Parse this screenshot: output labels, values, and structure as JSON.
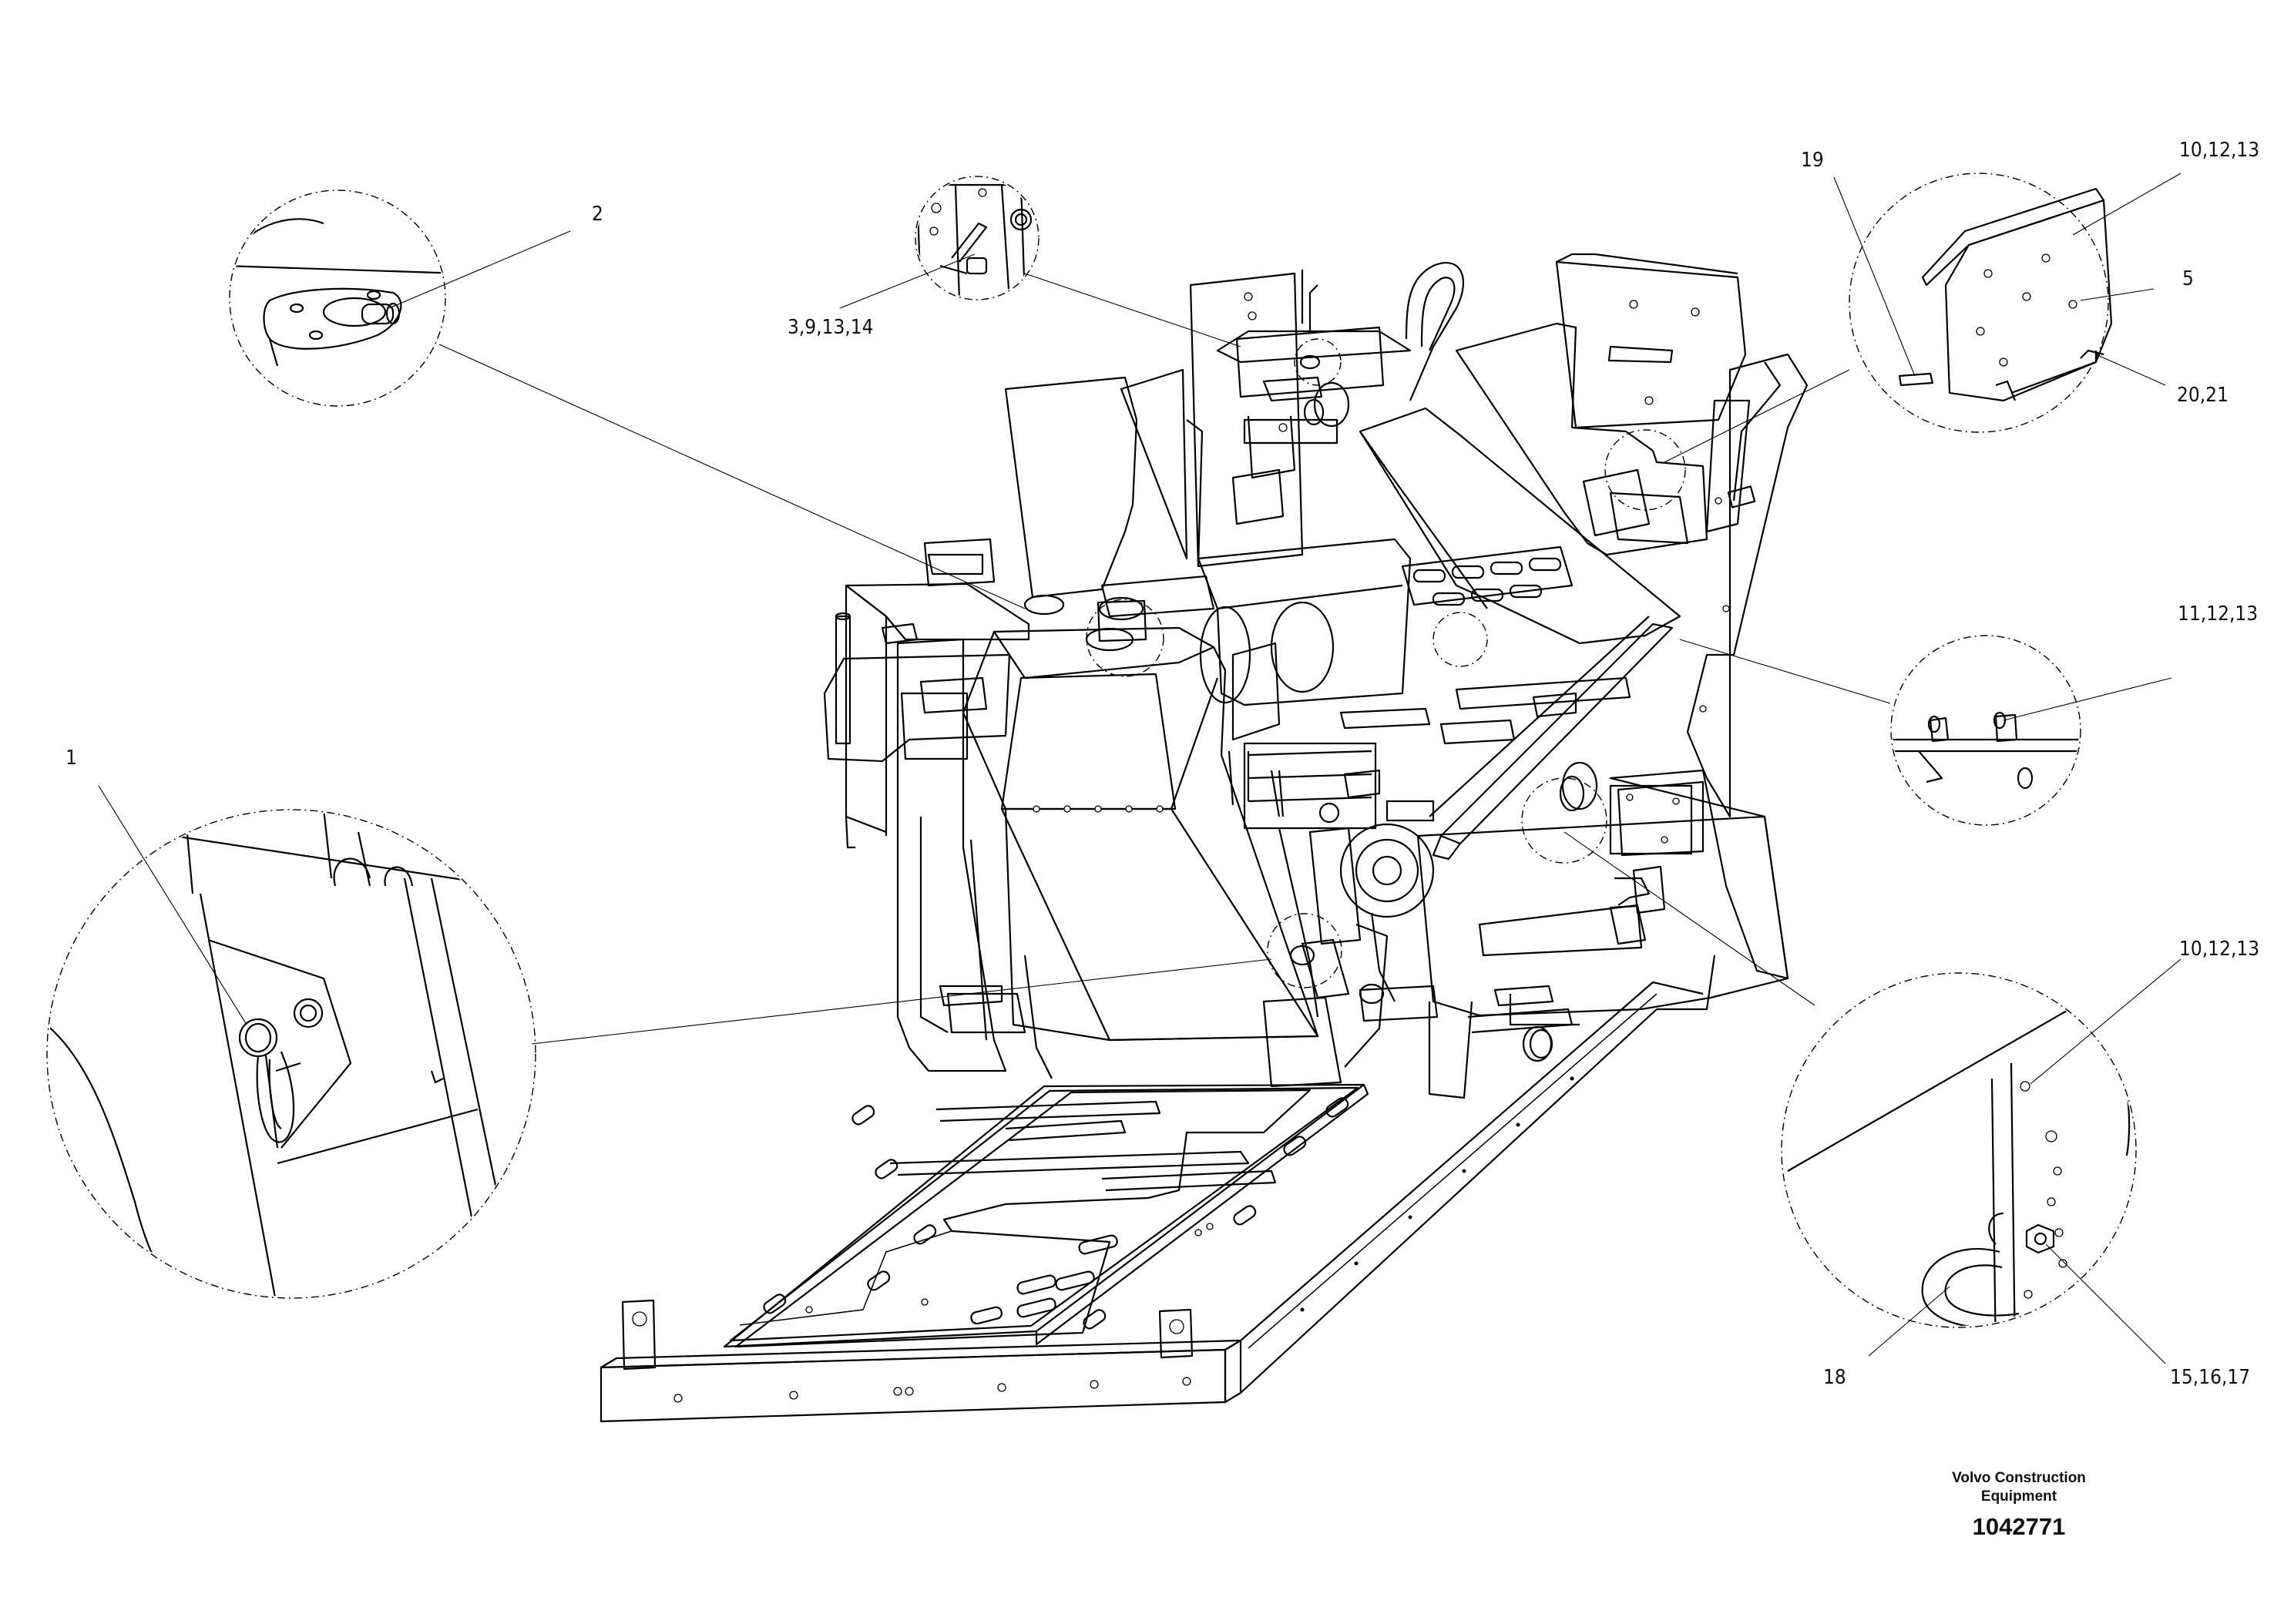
{
  "diagram": {
    "callouts": {
      "c1": "1",
      "c2": "2",
      "c3": "3,9,13,14",
      "c19": "19",
      "c10a": "10,12,13",
      "c5": "5",
      "c20": "20,21",
      "c11": "11,12,13",
      "c10b": "10,12,13",
      "c18": "18",
      "c15": "15,16,17"
    },
    "footer": {
      "brand_line1": "Volvo Construction",
      "brand_line2": "Equipment",
      "part_number": "1042771"
    }
  }
}
